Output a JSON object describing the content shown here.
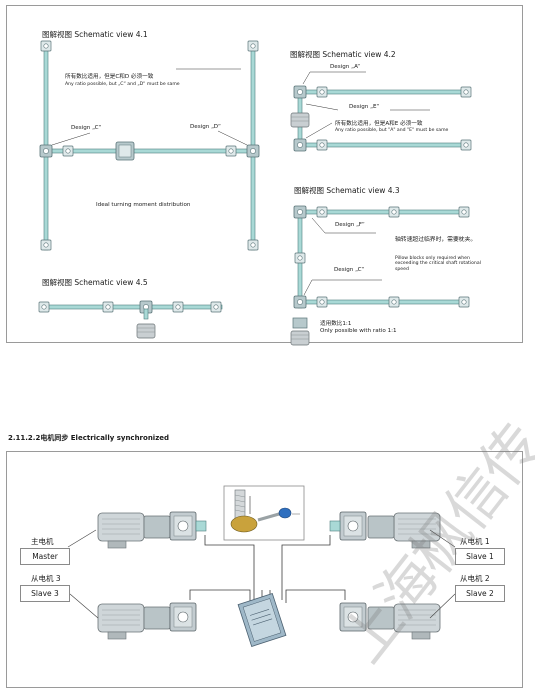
{
  "schematic": {
    "v41": {
      "title": "图解视图 Schematic view 4.1",
      "note_cn": "所有数比适用，但是C和D 必须一致",
      "note_en": "Any ratio possible, but „C“ and „D“ must be same",
      "design_c": "Design „C“",
      "design_d": "Design „D“",
      "caption": "Ideal turning moment distribution"
    },
    "v42": {
      "title": "图解视图 Schematic view 4.2",
      "design_a": "Design „A“",
      "design_e": "Design „E“",
      "note_cn": "所有数比适用，但是A和E 必须一致",
      "note_en": "Any ratio possible, but \"A\" and \"E\" must be same"
    },
    "v43": {
      "title": "图解视图 Schematic view 4.3",
      "design_f": "Design „F“",
      "design_c": "Design „C“",
      "note_cn": "轴转速超过临界时，需要枕夹。",
      "note_en": "Pillow blocks only required when exceeding the critical shaft rotational speed",
      "ratio_cn": "适用数比1:1",
      "ratio_en": "Only possible with ratio 1:1"
    },
    "v45": {
      "title": "图解视图 Schematic view 4.5"
    }
  },
  "section": {
    "heading": "2.11.2.2电机同步 Electrically synchronized"
  },
  "motors": {
    "master_cn": "主电机",
    "master_en": "Master",
    "slave3_cn": "从电机 3",
    "slave3_en": "Slave 3",
    "slave1_cn": "从电机 1",
    "slave1_en": "Slave 1",
    "slave2_cn": "从电机 2",
    "slave2_en": "Slave 2"
  },
  "watermark": "上海枫信传",
  "colors": {
    "shaft": "#a9d9d6",
    "shaft_edge": "#4e7f7e",
    "gear": "#b7c9cc",
    "motor": "#c9cfd2",
    "frame": "#9a9a9a"
  }
}
